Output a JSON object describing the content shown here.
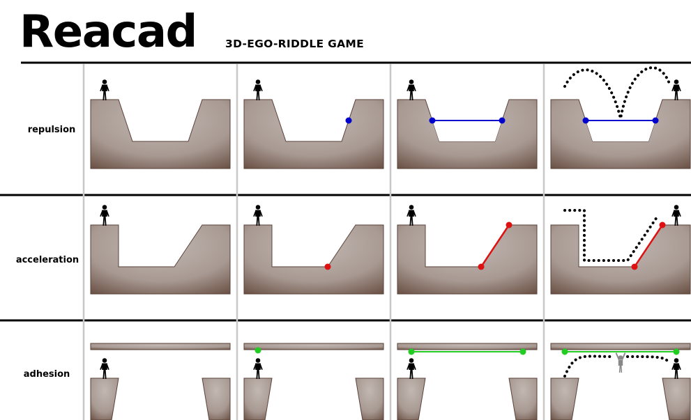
{
  "title": "Reacad",
  "subtitle": "3D-EGO-RIDDLE GAME",
  "colors": {
    "ground_light": "#c2b7b2",
    "ground_dark": "#6b5145",
    "repulsion": "#0000cc",
    "acceleration": "#dd1111",
    "adhesion": "#22cc22",
    "figure": "#000000",
    "ghost_figure": "#888888",
    "grid_line": "#000000",
    "column_divider": "#c8c8c8"
  },
  "rows": [
    {
      "label": "repulsion",
      "mechanic": "repulsion",
      "steps": [
        "empty-terrain",
        "place-marker",
        "connect-markers",
        "jump-across"
      ]
    },
    {
      "label": "acceleration",
      "mechanic": "acceleration",
      "steps": [
        "empty-terrain",
        "place-marker",
        "connect-markers",
        "speed-up-slope"
      ]
    },
    {
      "label": "adhesion",
      "mechanic": "adhesion",
      "steps": [
        "empty-terrain",
        "place-marker",
        "connect-markers",
        "hang-from-ceiling"
      ]
    }
  ],
  "icons": {
    "figure": "person-icon",
    "ghost": "hanging-person-icon"
  }
}
